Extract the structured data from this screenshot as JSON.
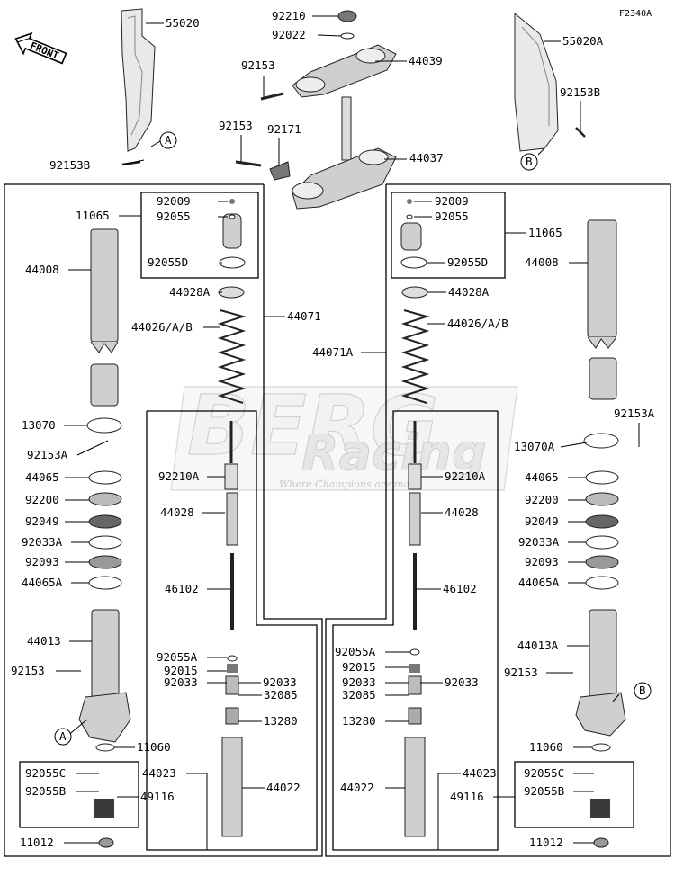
{
  "diagram_code": "F2340A",
  "front_arrow_label": "FRONT",
  "watermark": {
    "brand": "BERG",
    "sub": "Racing",
    "tagline": "Where Champions are made"
  },
  "callouts": {
    "A": "A",
    "B": "B"
  },
  "top_parts": [
    {
      "id": "p55020",
      "label": "55020"
    },
    {
      "id": "p92153B_l",
      "label": "92153B"
    },
    {
      "id": "p92210",
      "label": "92210"
    },
    {
      "id": "p92022",
      "label": "92022"
    },
    {
      "id": "p92153_t",
      "label": "92153"
    },
    {
      "id": "p44039",
      "label": "44039"
    },
    {
      "id": "p92153_m",
      "label": "92153"
    },
    {
      "id": "p92171",
      "label": "92171"
    },
    {
      "id": "p44037",
      "label": "44037"
    },
    {
      "id": "p55020A",
      "label": "55020A"
    },
    {
      "id": "p92153B_r",
      "label": "92153B"
    }
  ],
  "left_fork": [
    {
      "id": "l11065",
      "label": "11065"
    },
    {
      "id": "l92009",
      "label": "92009"
    },
    {
      "id": "l92055",
      "label": "92055"
    },
    {
      "id": "l92055D",
      "label": "92055D"
    },
    {
      "id": "l44008",
      "label": "44008"
    },
    {
      "id": "l44028A",
      "label": "44028A"
    },
    {
      "id": "l44071",
      "label": "44071"
    },
    {
      "id": "l44026",
      "label": "44026/A/B"
    },
    {
      "id": "l13070",
      "label": "13070"
    },
    {
      "id": "l92153A",
      "label": "92153A"
    },
    {
      "id": "l92210A",
      "label": "92210A"
    },
    {
      "id": "l44065",
      "label": "44065"
    },
    {
      "id": "l44028",
      "label": "44028"
    },
    {
      "id": "l92200",
      "label": "92200"
    },
    {
      "id": "l92049",
      "label": "92049"
    },
    {
      "id": "l92033A",
      "label": "92033A"
    },
    {
      "id": "l92093",
      "label": "92093"
    },
    {
      "id": "l46102",
      "label": "46102"
    },
    {
      "id": "l44065A",
      "label": "44065A"
    },
    {
      "id": "l44013",
      "label": "44013"
    },
    {
      "id": "l92055A",
      "label": "92055A"
    },
    {
      "id": "l92015",
      "label": "92015"
    },
    {
      "id": "l92153",
      "label": "92153"
    },
    {
      "id": "l92033_a",
      "label": "92033"
    },
    {
      "id": "l92033_b",
      "label": "92033"
    },
    {
      "id": "l32085",
      "label": "32085"
    },
    {
      "id": "l13280",
      "label": "13280"
    },
    {
      "id": "l11060",
      "label": "11060"
    },
    {
      "id": "l44023",
      "label": "44023"
    },
    {
      "id": "l92055C",
      "label": "92055C"
    },
    {
      "id": "l44022",
      "label": "44022"
    },
    {
      "id": "l92055B",
      "label": "92055B"
    },
    {
      "id": "l49116",
      "label": "49116"
    },
    {
      "id": "l11012",
      "label": "11012"
    }
  ],
  "right_fork": [
    {
      "id": "r92009",
      "label": "92009"
    },
    {
      "id": "r92055",
      "label": "92055"
    },
    {
      "id": "r11065",
      "label": "11065"
    },
    {
      "id": "r92055D",
      "label": "92055D"
    },
    {
      "id": "r44008",
      "label": "44008"
    },
    {
      "id": "r44028A",
      "label": "44028A"
    },
    {
      "id": "r44026",
      "label": "44026/A/B"
    },
    {
      "id": "r44071A",
      "label": "44071A"
    },
    {
      "id": "r92153A",
      "label": "92153A"
    },
    {
      "id": "r13070A",
      "label": "13070A"
    },
    {
      "id": "r92210A",
      "label": "92210A"
    },
    {
      "id": "r44065",
      "label": "44065"
    },
    {
      "id": "r44028",
      "label": "44028"
    },
    {
      "id": "r92200",
      "label": "92200"
    },
    {
      "id": "r92049",
      "label": "92049"
    },
    {
      "id": "r92033A",
      "label": "92033A"
    },
    {
      "id": "r92093",
      "label": "92093"
    },
    {
      "id": "r46102",
      "label": "46102"
    },
    {
      "id": "r44065A",
      "label": "44065A"
    },
    {
      "id": "r44013A",
      "label": "44013A"
    },
    {
      "id": "r92055A",
      "label": "92055A"
    },
    {
      "id": "r92015",
      "label": "92015"
    },
    {
      "id": "r92153",
      "label": "92153"
    },
    {
      "id": "r92033_a",
      "label": "92033"
    },
    {
      "id": "r92033_b",
      "label": "92033"
    },
    {
      "id": "r32085",
      "label": "32085"
    },
    {
      "id": "r13280",
      "label": "13280"
    },
    {
      "id": "r11060",
      "label": "11060"
    },
    {
      "id": "r44023",
      "label": "44023"
    },
    {
      "id": "r92055C",
      "label": "92055C"
    },
    {
      "id": "r44022",
      "label": "44022"
    },
    {
      "id": "r49116",
      "label": "49116"
    },
    {
      "id": "r92055B",
      "label": "92055B"
    },
    {
      "id": "r11012",
      "label": "11012"
    }
  ]
}
